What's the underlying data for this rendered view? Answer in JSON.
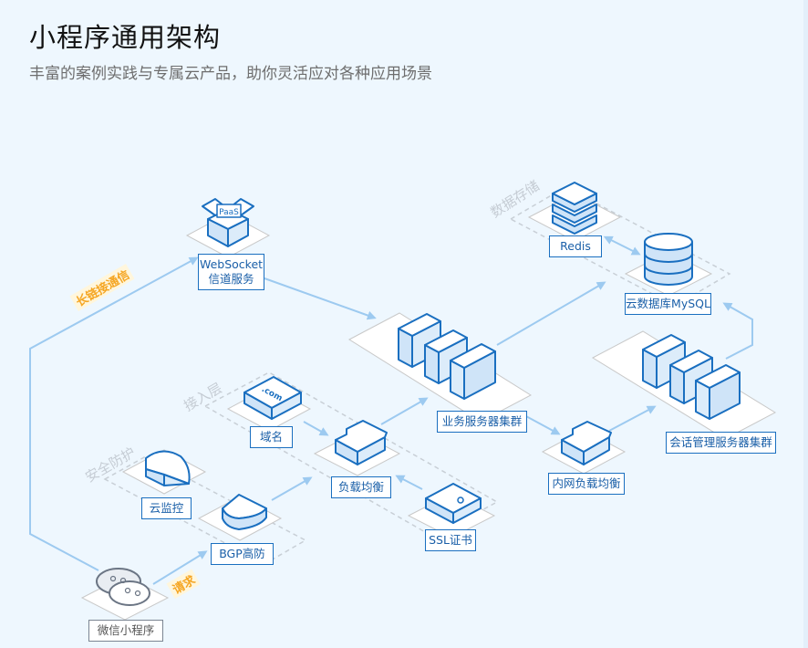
{
  "header": {
    "title": "小程序通用架构",
    "subtitle": "丰富的案例实践与专属云产品，助你灵活应对各种应用场景"
  },
  "groups": {
    "storage": "数据存储",
    "access": "接入层",
    "security": "安全防护"
  },
  "connections": {
    "long_link": "长链接通信",
    "request": "请求"
  },
  "nodes": {
    "websocket": {
      "label_line1": "WebSocket",
      "label_line2": "信道服务",
      "icon": "paas-box-icon",
      "badge": "PaaS"
    },
    "redis": {
      "label": "Redis",
      "icon": "redis-stack-icon"
    },
    "mysql": {
      "label": "云数据库MySQL",
      "icon": "database-icon"
    },
    "biz_cluster": {
      "label": "业务服务器集群",
      "icon": "server-cluster-icon"
    },
    "domain": {
      "label": "域名",
      "icon": "domain-icon",
      "badge": ".com"
    },
    "lb": {
      "label": "负载均衡",
      "icon": "load-balancer-icon"
    },
    "ssl": {
      "label": "SSL证书",
      "icon": "certificate-icon"
    },
    "inner_lb": {
      "label": "内网负载均衡",
      "icon": "load-balancer-icon"
    },
    "session_cluster": {
      "label": "会话管理服务器集群",
      "icon": "server-cluster-icon"
    },
    "monitor": {
      "label": "云监控",
      "icon": "monitor-icon"
    },
    "bgp": {
      "label": "BGP高防",
      "icon": "shield-icon"
    },
    "miniprogram": {
      "label": "微信小程序",
      "icon": "wechat-icon"
    }
  },
  "colors": {
    "background": "#eef7fe",
    "accent": "#1a6fc0",
    "arrow": "#9dcaf0",
    "connection_label": "#f5a623",
    "group_border": "#c5ccd4"
  }
}
